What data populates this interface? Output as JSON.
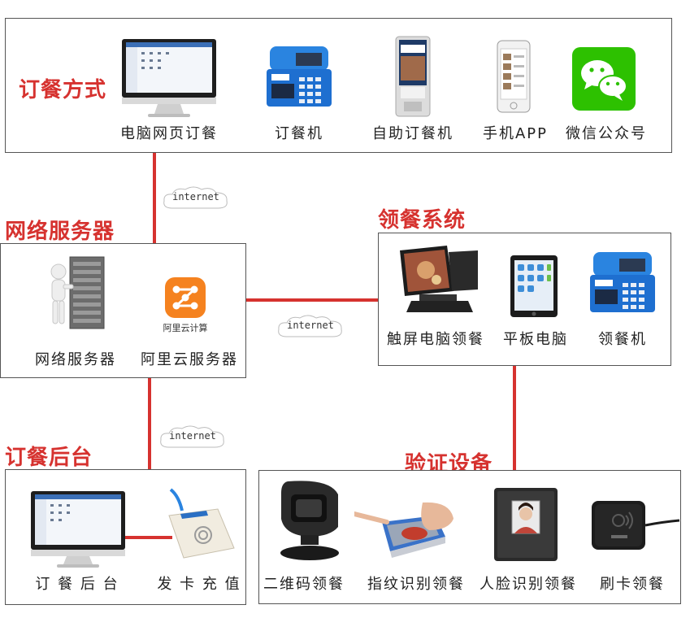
{
  "sections": {
    "ordering": {
      "title": "订餐方式",
      "items": [
        "电脑网页订餐",
        "订餐机",
        "自助订餐机",
        "手机APP",
        "微信公众号"
      ]
    },
    "server": {
      "title": "网络服务器",
      "items": [
        "网络服务器",
        "阿里云服务器"
      ],
      "aliyun_logo_text": "阿里云计算"
    },
    "pickup": {
      "title": "领餐系统",
      "items": [
        "触屏电脑领餐",
        "平板电脑",
        "领餐机"
      ]
    },
    "backend": {
      "title": "订餐后台",
      "items": [
        "订 餐 后 台",
        "发 卡 充 值"
      ]
    },
    "verify": {
      "title": "验证设备",
      "items": [
        "二维码领餐",
        "指纹识别领餐",
        "人脸识别领餐",
        "刷卡领餐"
      ]
    }
  },
  "links": [
    "internet",
    "internet",
    "internet"
  ],
  "colors": {
    "accent": "#d6322f",
    "wechat": "#2dc100",
    "aliyun": "#f5821f",
    "kiosk_blue": "#1f6fd1"
  }
}
